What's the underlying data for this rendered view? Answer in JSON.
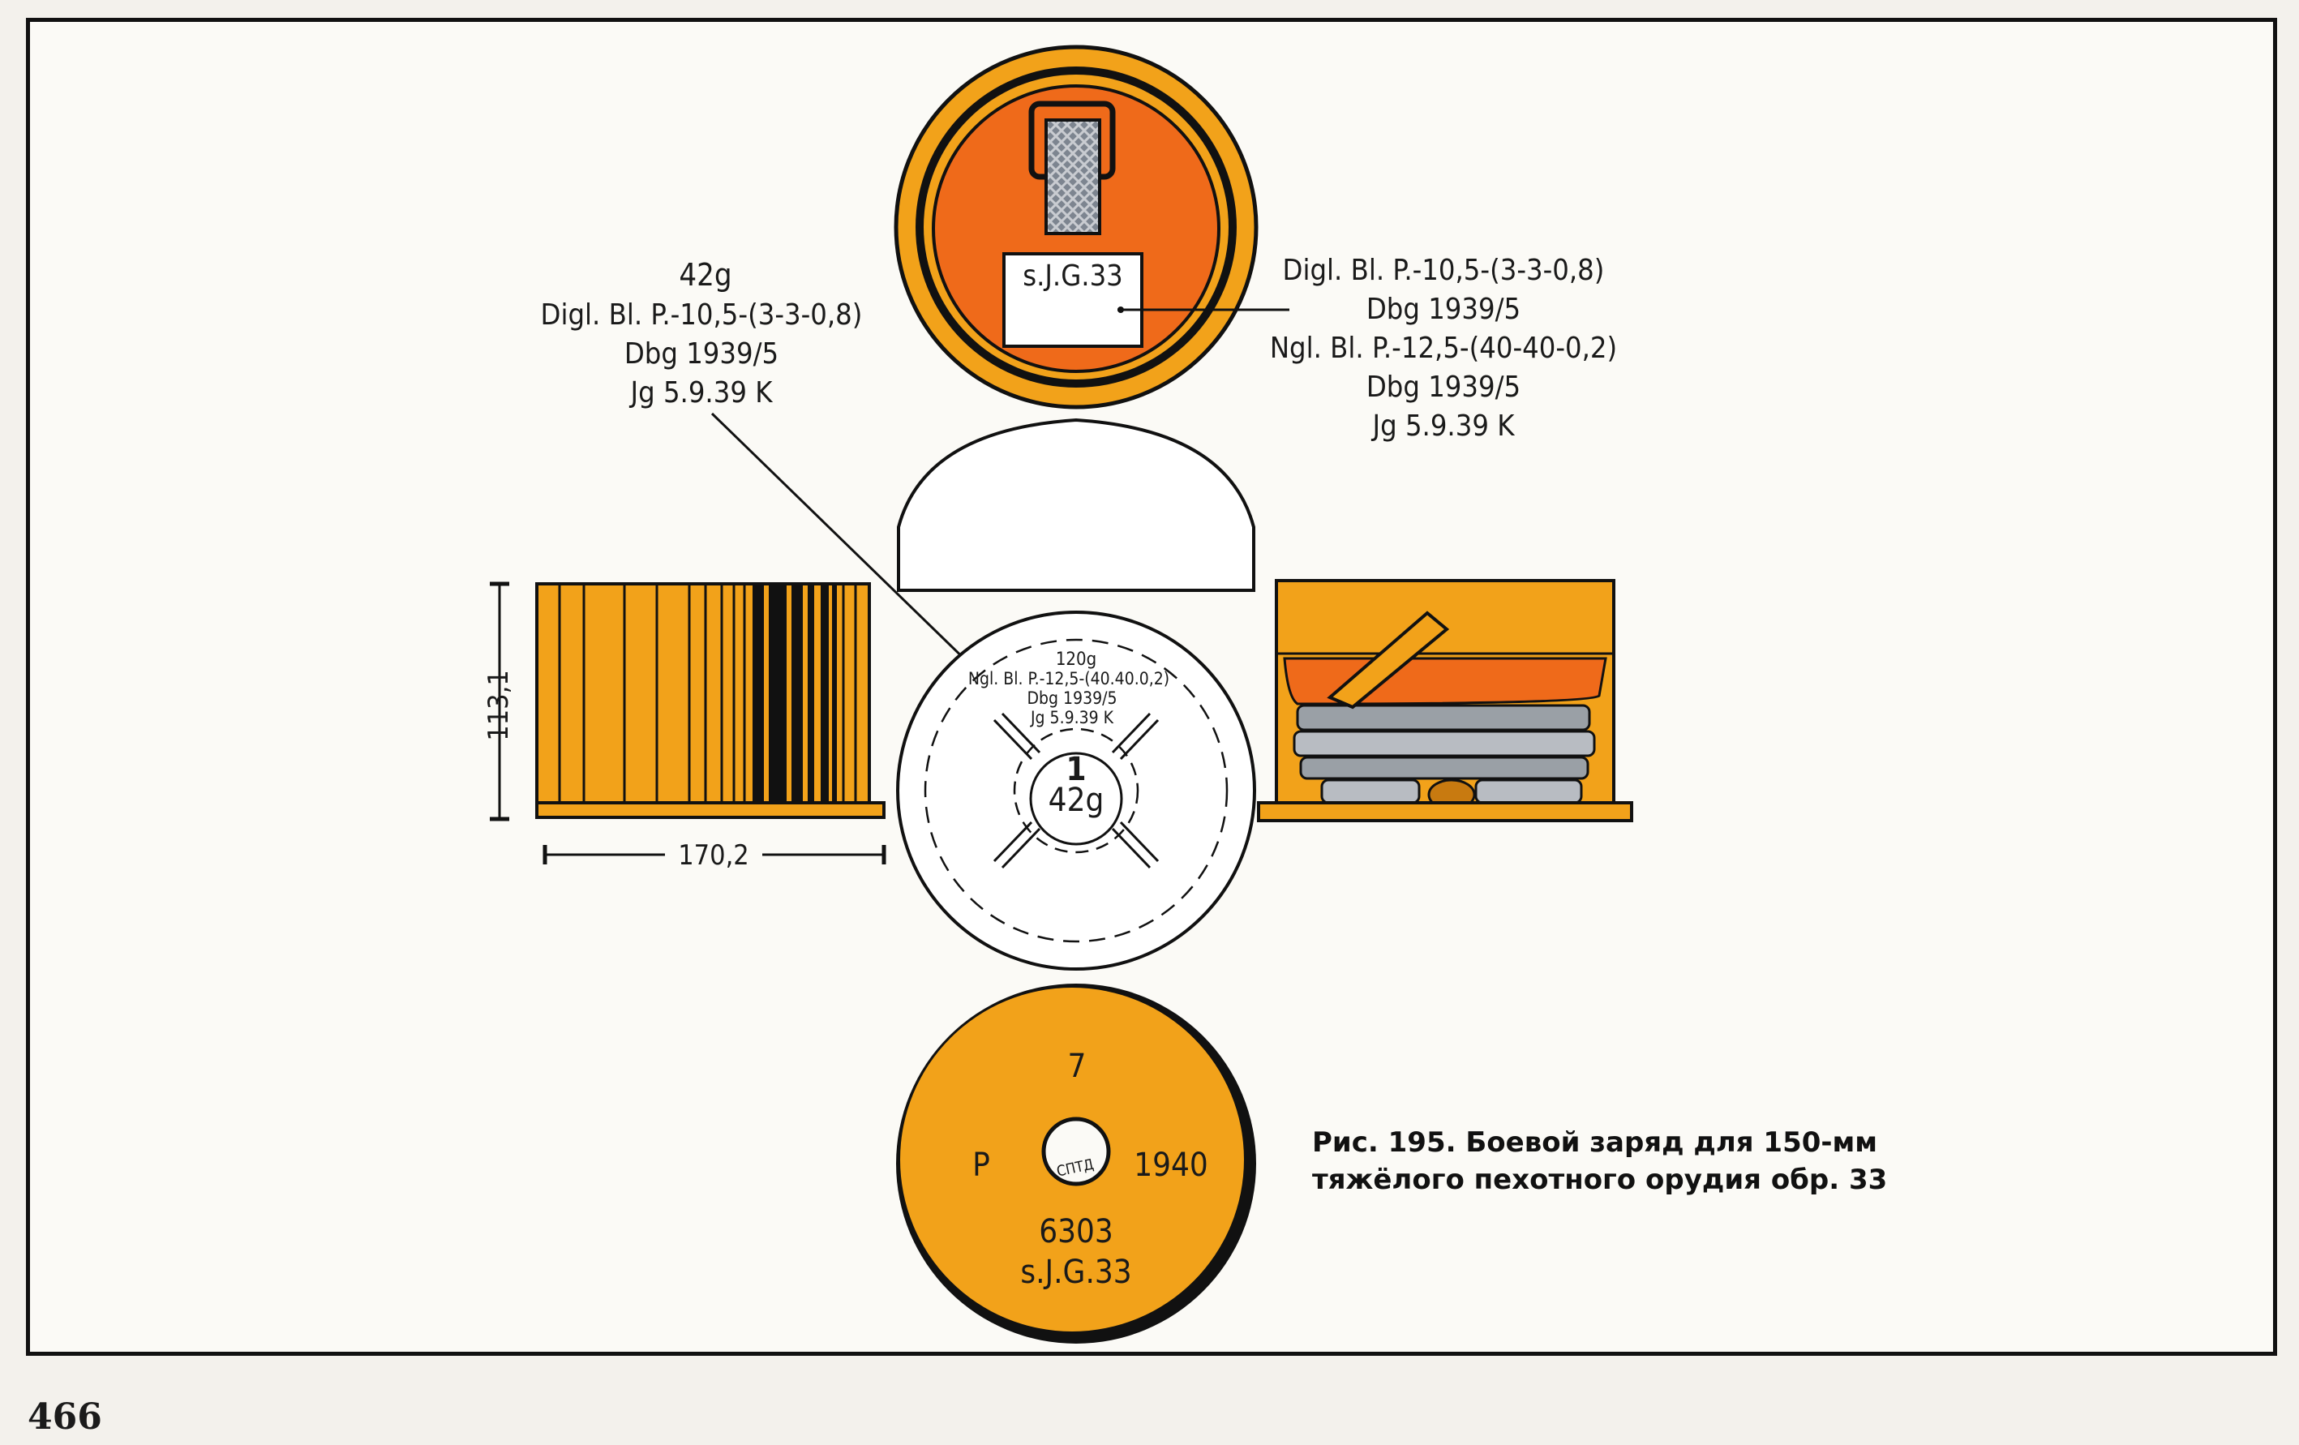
{
  "page_number": "466",
  "colors": {
    "outer_orange": "#f2a21a",
    "inner_red_orange": "#ef6a1a",
    "ink": "#111111",
    "paper": "#fbfaf6",
    "grey_stripes": "#9aa0a6"
  },
  "top_view": {
    "label_box": "s.J.G.33",
    "right_callout": [
      "Digl. Bl. P.-10,5-(3-3-0,8)",
      "Dbg 1939/5",
      "Ngl. Bl. P.-12,5-(40-40-0,2)",
      "Dbg 1939/5",
      "Jg 5.9.39 K"
    ]
  },
  "left_callout": [
    "42g",
    "Digl. Bl. P.-10,5-(3-3-0,8)",
    "Dbg 1939/5",
    "Jg 5.9.39 K"
  ],
  "side_view": {
    "height_dim": "113,1",
    "width_dim": "170,2"
  },
  "bottom_view": {
    "ring_text": [
      "120g",
      "Ngl. Bl. P.-12,5-(40.40.0,2)",
      "Dbg 1939/5",
      "Jg 5.9.39 K"
    ],
    "center_number": "1",
    "center_weight": "42g"
  },
  "base_cap": {
    "top_number": "7",
    "left_letter": "P",
    "right_year": "1940",
    "center_mark": "CПТД",
    "bottom_number": "6303",
    "bottom_text": "s.J.G.33"
  },
  "caption": {
    "line1": "Рис. 195. Боевой заряд для 150-мм",
    "line2": "тяжёлого пехотного орудия обр. 33"
  }
}
